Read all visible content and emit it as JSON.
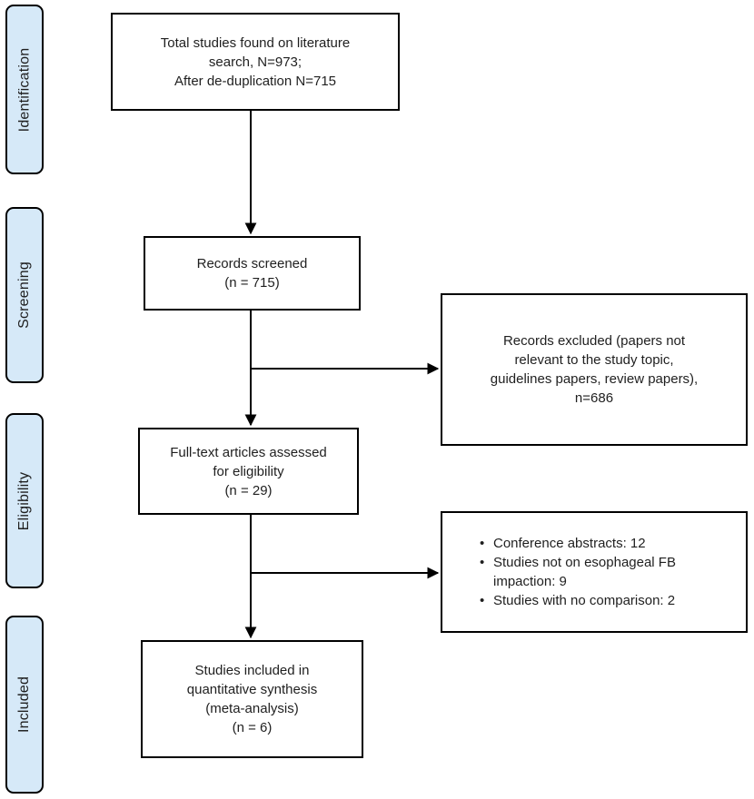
{
  "diagram": {
    "type": "prisma-study-selection-flow",
    "colors": {
      "stage_fill": "#d6e9f8",
      "border": "#000000",
      "text": "#1f1f1f"
    },
    "stages": [
      {
        "label": "Identification"
      },
      {
        "label": "Screening"
      },
      {
        "label": "Eligibility"
      },
      {
        "label": "Included"
      }
    ],
    "boxes": {
      "identification": {
        "text": "Total studies found on literature\nsearch, N=973;\nAfter de-duplication N=715"
      },
      "screened": {
        "text": "Records screened\n(n = 715)"
      },
      "excluded": {
        "text": "Records excluded (papers not\nrelevant to the study topic,\nguidelines papers, review papers),\nn=686"
      },
      "fulltext": {
        "text": "Full-text articles assessed\nfor eligibility\n(n = 29)"
      },
      "exclusion_reasons": {
        "bullet_glyph": "•",
        "items": [
          "Conference abstracts: 12",
          "Studies not on esophageal FB impaction: 9",
          "Studies with no comparison: 2"
        ]
      },
      "included": {
        "text": "Studies included in\nquantitative synthesis\n(meta-analysis)\n(n = 6)"
      }
    }
  }
}
